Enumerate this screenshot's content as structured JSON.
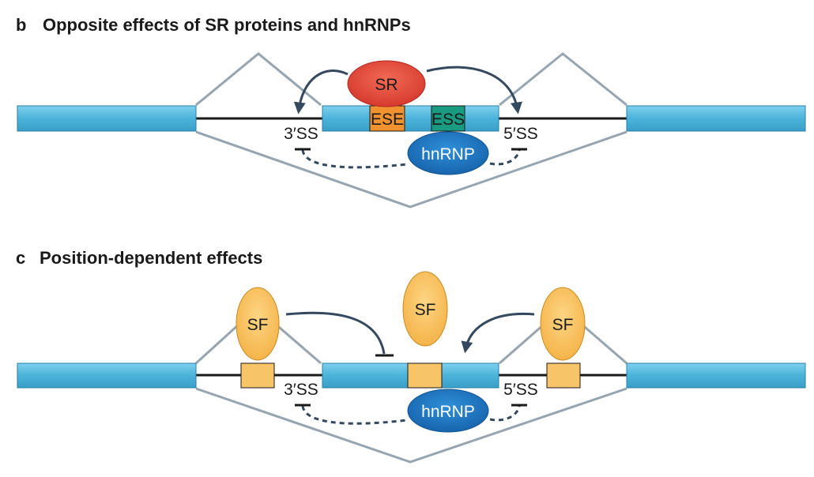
{
  "panel_b": {
    "letter": "b",
    "title": "Opposite effects of SR proteins and hnRNPs",
    "sr_label": "SR",
    "ese_label": "ESE",
    "ess_label": "ESS",
    "hnrnp_label": "hnRNP",
    "ss3_label": "3′SS",
    "ss5_label": "5′SS"
  },
  "panel_c": {
    "letter": "c",
    "title": "Position-dependent effects",
    "sf_left_label": "SF",
    "sf_center_label": "SF",
    "sf_right_label": "SF",
    "hnrnp_label": "hnRNP",
    "ss3_label": "3′SS",
    "ss5_label": "5′SS"
  },
  "colors": {
    "exon": "#4bb3d9",
    "intron_line": "#1a1a1a",
    "splice_line": "#97a5b1",
    "sr_protein": "#e0443a",
    "ese": "#f0922f",
    "ess": "#1a9a80",
    "hnrnp": "#1f76c2",
    "sf_protein": "#f8c468",
    "arrow": "#34495e"
  }
}
